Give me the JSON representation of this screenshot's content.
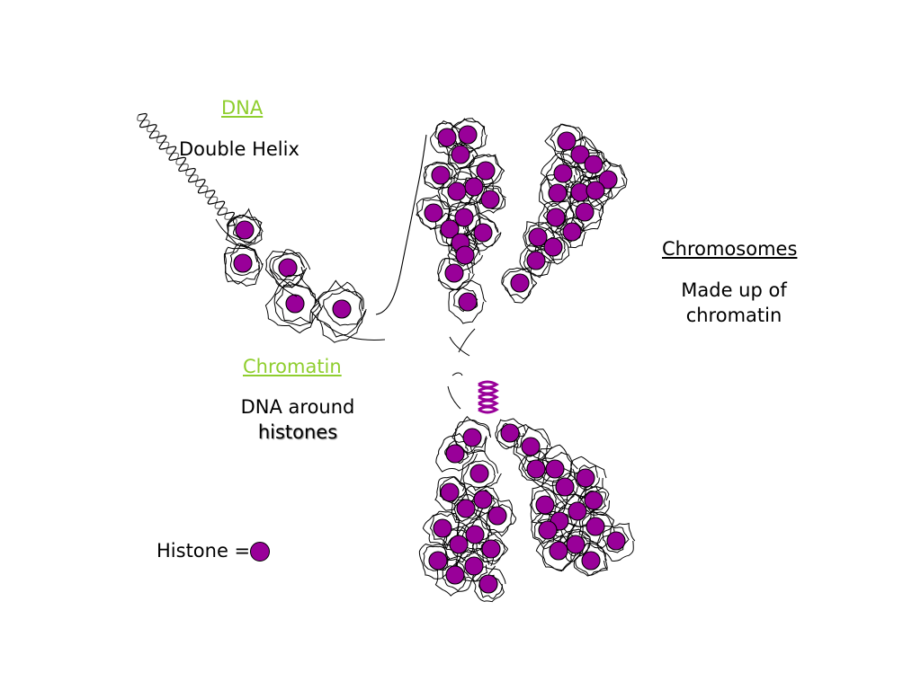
{
  "colors": {
    "heading_green": "#8fce2e",
    "histone_fill": "#990099",
    "line": "#000000"
  },
  "dna": {
    "heading": "DNA",
    "caption": "Double Helix"
  },
  "chromatin": {
    "heading": "Chromatin",
    "caption_line1": "DNA around",
    "caption_line2": "histones"
  },
  "chromosomes": {
    "heading": "Chromosomes",
    "caption_line1": "Made up of",
    "caption_line2": "chromatin"
  },
  "legend": {
    "label": "Histone =",
    "symbol": "histone-bead"
  }
}
